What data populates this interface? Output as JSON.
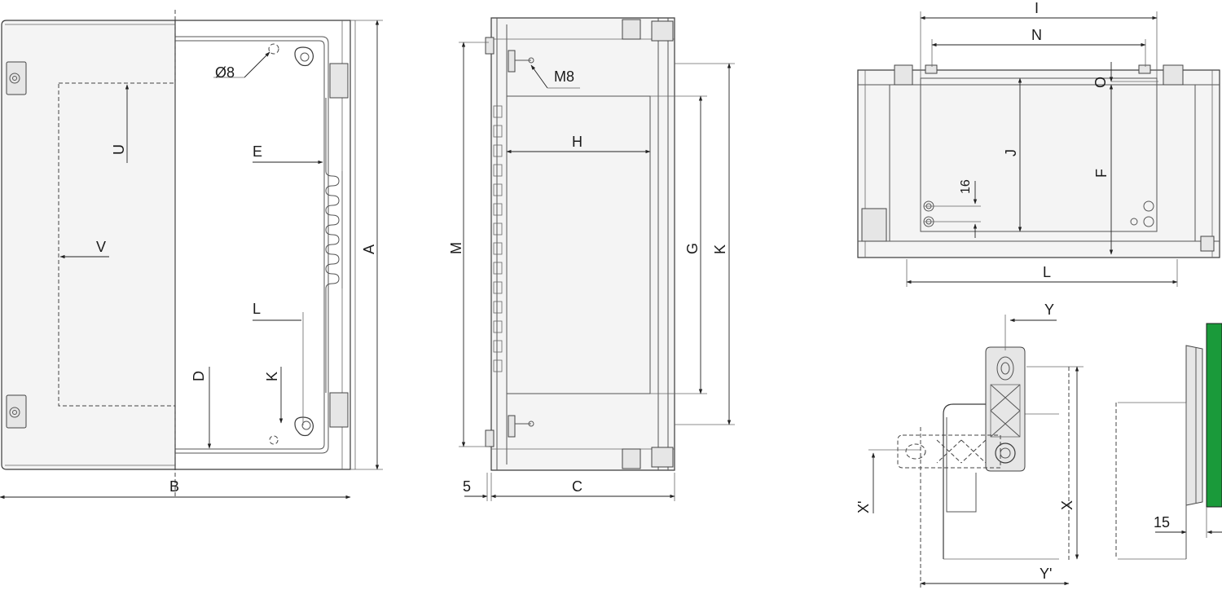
{
  "front_view": {
    "labels": {
      "diameter": "Ø8",
      "U": "U",
      "V": "V",
      "E": "E",
      "L": "L",
      "K": "K",
      "D": "D",
      "A": "A",
      "B": "B"
    }
  },
  "side_view": {
    "labels": {
      "M8": "M8",
      "H": "H",
      "M": "M",
      "G": "G",
      "K": "K",
      "five": "5",
      "C": "C"
    }
  },
  "top_view": {
    "labels": {
      "I": "I",
      "N": "N",
      "O": "O",
      "J": "J",
      "F": "F",
      "sixteen": "16",
      "L": "L"
    }
  },
  "bracket_view": {
    "labels": {
      "Y": "Y",
      "X_prime": "X'",
      "X": "X",
      "Y_prime": "Y'"
    }
  },
  "wall_view": {
    "labels": {
      "fifteen": "15"
    },
    "colors": {
      "wall": "#1a9a3a"
    }
  }
}
